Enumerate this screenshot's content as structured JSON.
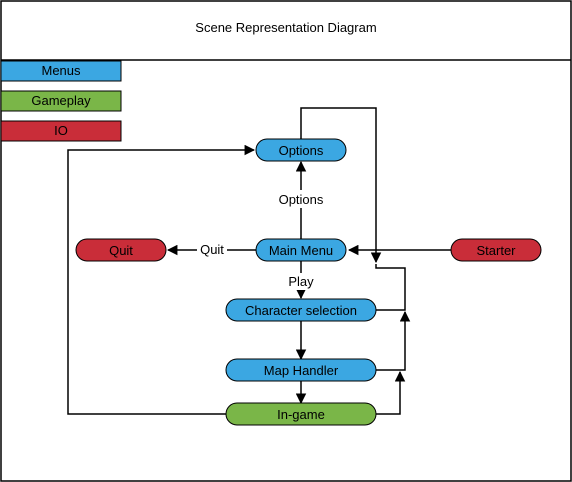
{
  "title": "Scene Representation Diagram",
  "colors": {
    "menus": "#3ba7e2",
    "gameplay": "#7ab648",
    "io": "#c92d39"
  },
  "legend": [
    {
      "label": "Menus",
      "category": "menus"
    },
    {
      "label": "Gameplay",
      "category": "gameplay"
    },
    {
      "label": "IO",
      "category": "io"
    }
  ],
  "nodes": {
    "options": {
      "label": "Options",
      "category": "menus"
    },
    "main_menu": {
      "label": "Main Menu",
      "category": "menus"
    },
    "quit": {
      "label": "Quit",
      "category": "io"
    },
    "starter": {
      "label": "Starter",
      "category": "io"
    },
    "character_selection": {
      "label": "Character selection",
      "category": "menus"
    },
    "map_handler": {
      "label": "Map Handler",
      "category": "menus"
    },
    "in_game": {
      "label": "In-game",
      "category": "gameplay"
    }
  },
  "edge_labels": {
    "main_menu_to_options": "Options",
    "main_menu_to_quit": "Quit",
    "main_menu_to_character_selection": "Play"
  }
}
